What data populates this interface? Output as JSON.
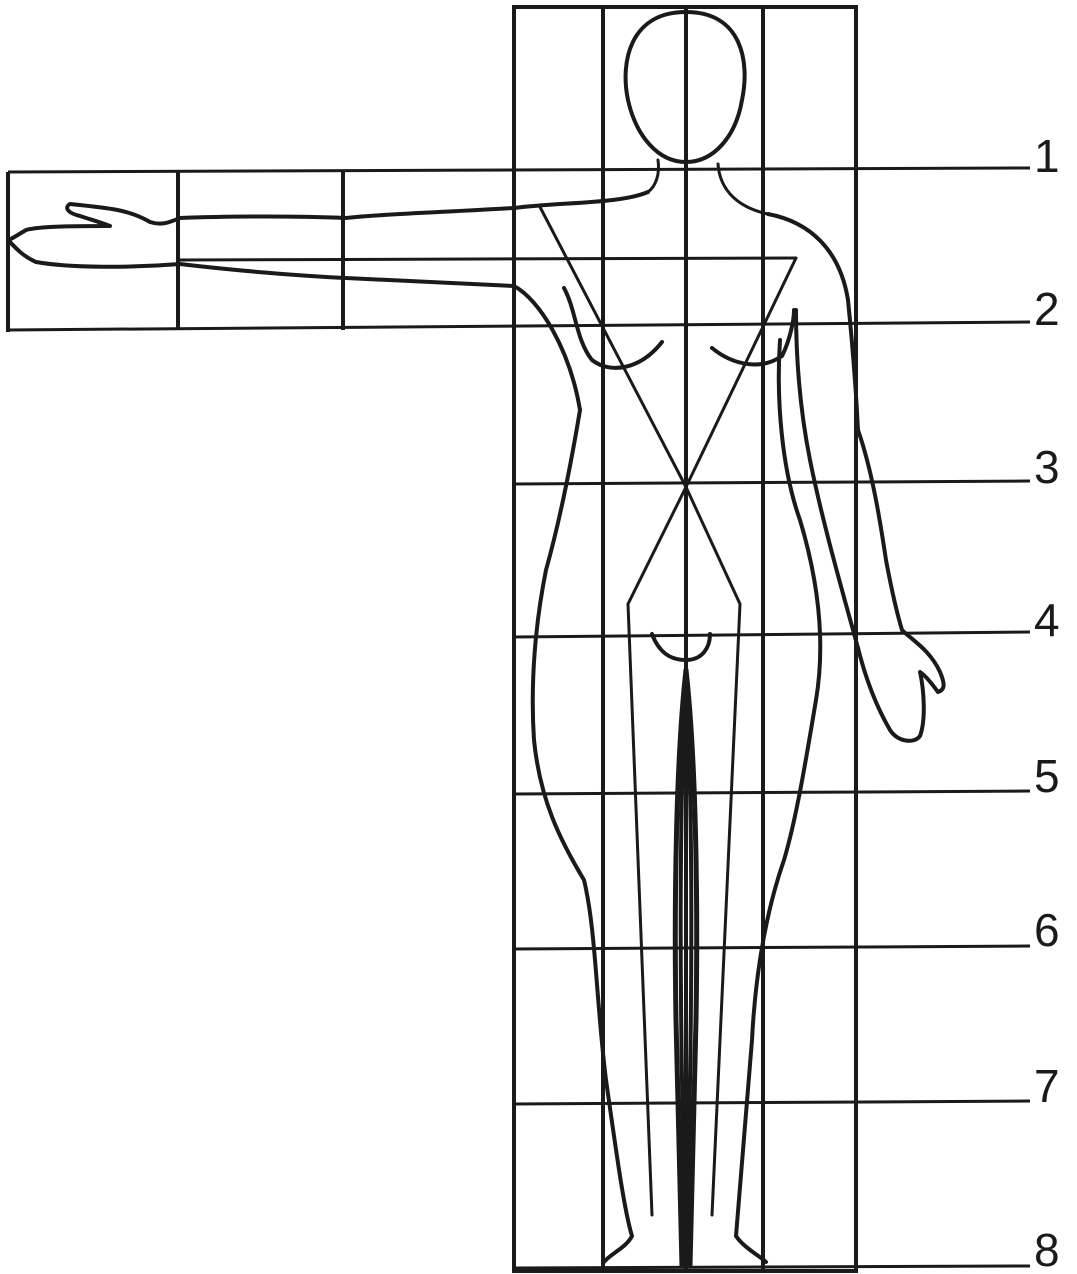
{
  "diagram": {
    "row_labels": [
      "1",
      "2",
      "3",
      "4",
      "5",
      "6",
      "7",
      "8"
    ]
  },
  "colors": {
    "line": "#1a1a1a",
    "background": "#ffffff"
  }
}
